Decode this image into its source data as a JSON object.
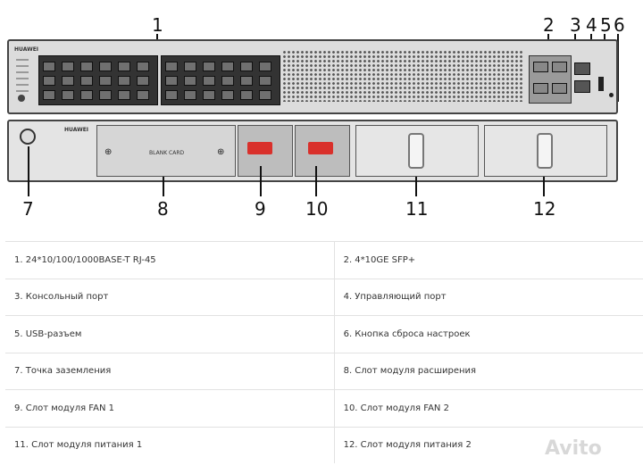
{
  "callouts": {
    "c1": "1",
    "c2": "2",
    "c3": "3",
    "c4": "4",
    "c5": "5",
    "c6": "6",
    "c7": "7",
    "c8": "8",
    "c9": "9",
    "c10": "10",
    "c11": "11",
    "c12": "12"
  },
  "device": {
    "brand_front": "HUAWEI",
    "brand_rear": "HUAWEI",
    "blank_card": "BLANK CARD"
  },
  "spec_rows": [
    [
      "1. 24*10/100/1000BASE-T RJ-45",
      "2. 4*10GE SFP+"
    ],
    [
      "3. Консольный порт",
      "4. Управляющий порт"
    ],
    [
      "5. USB-разъем",
      "6. Кнопка сброса настроек"
    ],
    [
      "7. Точка заземления",
      "8. Слот модуля расширения"
    ],
    [
      "9. Слот модуля FAN 1",
      "10. Слот модуля FAN 2"
    ],
    [
      "11. Слот модуля питания 1",
      "12. Слот модуля питания 2"
    ]
  ],
  "watermark": "Avito"
}
